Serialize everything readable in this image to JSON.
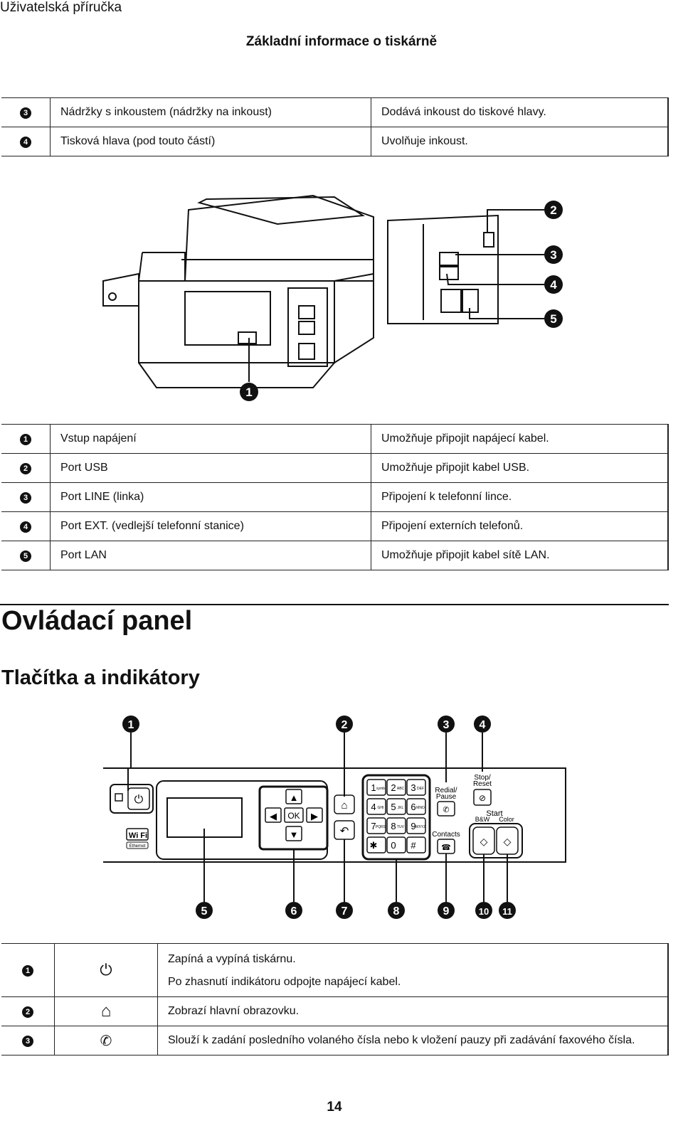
{
  "header": {
    "title": "Uživatelská příručka",
    "subtitle": "Základní informace o tiskárně"
  },
  "table1": [
    {
      "num": "3",
      "name": "Nádržky s inkoustem (nádržky na inkoust)",
      "desc": "Dodává inkoust do tiskové hlavy."
    },
    {
      "num": "4",
      "name": "Tisková hlava (pod touto částí)",
      "desc": "Uvolňuje inkoust."
    }
  ],
  "figure1": {
    "callouts": [
      "2",
      "3",
      "4",
      "5",
      "1"
    ]
  },
  "table2": [
    {
      "num": "1",
      "name": "Vstup napájení",
      "desc": "Umožňuje připojit napájecí kabel."
    },
    {
      "num": "2",
      "name": "Port USB",
      "desc": "Umožňuje připojit kabel USB."
    },
    {
      "num": "3",
      "name": "Port LINE (linka)",
      "desc": "Připojení k telefonní lince."
    },
    {
      "num": "4",
      "name": "Port EXT. (vedlejší telefonní stanice)",
      "desc": "Připojení externích telefonů."
    },
    {
      "num": "5",
      "name": "Port LAN",
      "desc": "Umožňuje připojit kabel sítě LAN."
    }
  ],
  "section": {
    "title": "Ovládací panel",
    "subtitle": "Tlačítka a indikátory"
  },
  "panel": {
    "callouts_top": [
      "1",
      "2",
      "3",
      "4"
    ],
    "callouts_bottom": [
      "5",
      "6",
      "7",
      "8",
      "9",
      "10",
      "11"
    ],
    "labels": {
      "ok": "OK",
      "wifi": "Wi Fi",
      "ethernet": "Ethernet",
      "stop": "Stop/",
      "reset": "Reset",
      "redial": "Redial/",
      "pause": "Pause",
      "contacts": "Contacts",
      "start": "Start",
      "bw": "B&W",
      "color": "Color"
    },
    "keys": [
      {
        "d": "1",
        "s": "symb"
      },
      {
        "d": "2",
        "s": "ABC"
      },
      {
        "d": "3",
        "s": "DEF"
      },
      {
        "d": "4",
        "s": "GHI"
      },
      {
        "d": "5",
        "s": "JKL"
      },
      {
        "d": "6",
        "s": "MNO"
      },
      {
        "d": "7",
        "s": "PQRS"
      },
      {
        "d": "8",
        "s": "TUV"
      },
      {
        "d": "9",
        "s": "WXYZ"
      },
      {
        "d": "✱",
        "s": ""
      },
      {
        "d": "0",
        "s": ""
      },
      {
        "d": "#",
        "s": ""
      }
    ]
  },
  "table3": [
    {
      "num": "1",
      "icon": "power-icon",
      "lines": [
        "Zapíná a vypíná tiskárnu.",
        "Po zhasnutí indikátoru odpojte napájecí kabel."
      ]
    },
    {
      "num": "2",
      "icon": "home-icon",
      "lines": [
        "Zobrazí hlavní obrazovku."
      ]
    },
    {
      "num": "3",
      "icon": "redial-pause-icon",
      "lines": [
        "Slouží k zadání posledního volaného čísla nebo k vložení pauzy při zadávání faxového čísla."
      ]
    }
  ],
  "page_number": "14"
}
